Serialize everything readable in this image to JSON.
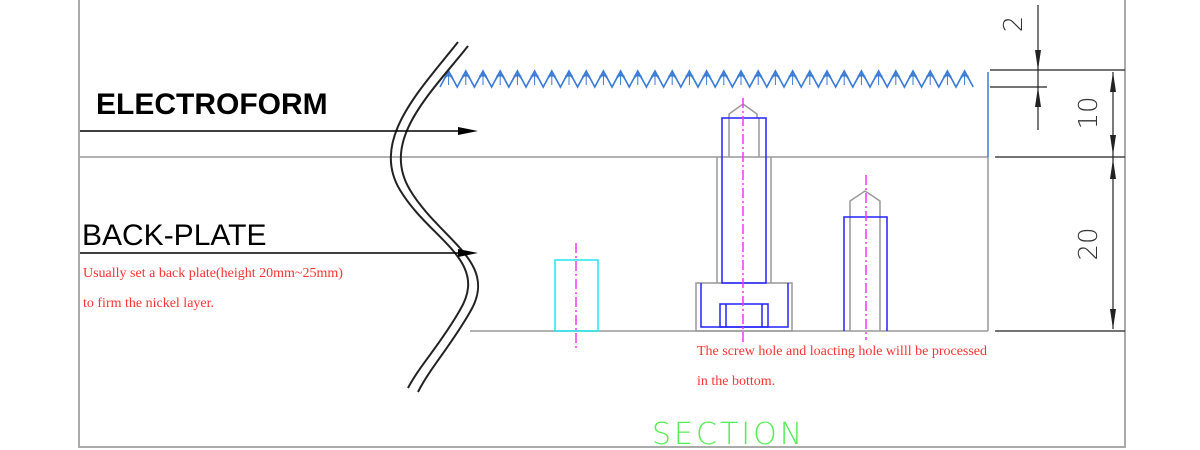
{
  "labels": {
    "electroform": "ELECTROFORM",
    "back_plate": "BACK-PLATE",
    "section": "SECTION"
  },
  "notes": {
    "back_plate_line1": "Usually set a back plate(height 20mm~25mm)",
    "back_plate_line2": "to firm the nickel layer.",
    "screw_line1": "The screw hole and loacting hole willl be processed",
    "screw_line2": "in the bottom."
  },
  "dimensions": {
    "tooth_height": "2",
    "electroform_thickness": "10",
    "back_plate_height": "20"
  },
  "colors": {
    "electroform": "#3a7bd5",
    "screw": "#2222ff",
    "centerline": "#ff33ff",
    "locating_pin": "#22e5f0",
    "note": "#ff3333",
    "section": "#55ee55"
  }
}
